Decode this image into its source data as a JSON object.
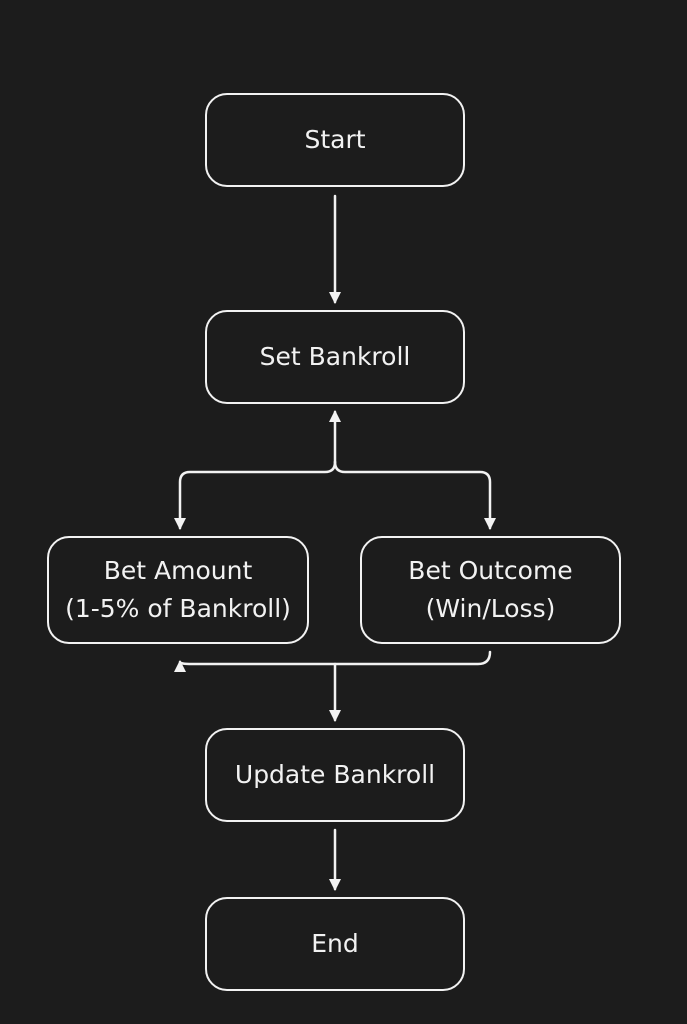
{
  "diagram": {
    "type": "flowchart",
    "colors": {
      "background": "#1c1c1c",
      "stroke": "#f2f2f2",
      "text": "#f2f2f2"
    },
    "nodes": {
      "start": {
        "label": "Start"
      },
      "set_bankroll": {
        "label": "Set Bankroll"
      },
      "bet_amount": {
        "line1": "Bet Amount",
        "line2": "(1-5% of Bankroll)"
      },
      "bet_outcome": {
        "line1": "Bet Outcome",
        "line2": "(Win/Loss)"
      },
      "update_bankroll": {
        "label": "Update Bankroll"
      },
      "end": {
        "label": "End"
      }
    },
    "edges": [
      {
        "from": "start",
        "to": "set_bankroll"
      },
      {
        "from": "bet_amount",
        "to": "set_bankroll"
      },
      {
        "from": "set_bankroll",
        "to": "bet_amount"
      },
      {
        "from": "set_bankroll",
        "to": "bet_outcome"
      },
      {
        "from": "bet_outcome",
        "to": "bet_amount"
      },
      {
        "from": "bet_outcome",
        "to": "update_bankroll"
      },
      {
        "from": "update_bankroll",
        "to": "end"
      }
    ]
  }
}
